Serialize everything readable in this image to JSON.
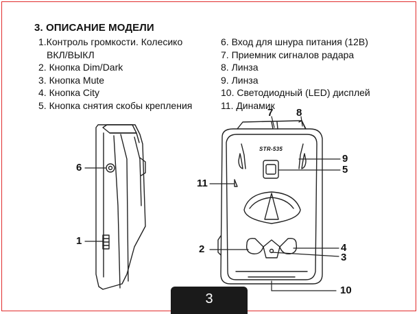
{
  "heading": "3. ОПИСАНИЕ МОДЕЛИ",
  "left_list": [
    "1.Контроль громкости. Колесико",
    "ВКЛ/ВЫКЛ",
    "2. Кнопка Dim/Dark",
    "3. Кнопка Mute",
    "4. Кнопка City",
    "5. Кнопка снятия скобы крепления"
  ],
  "right_list": [
    "6. Вход для шнура питания (12В)",
    "7. Приемник сигналов радара",
    "8. Линза",
    "9. Линза",
    "10. Светодиодный (LED) дисплей",
    "11. Динамик"
  ],
  "device_model": "STR-535",
  "callouts": {
    "c1": "1",
    "c2": "2",
    "c3": "3",
    "c4": "4",
    "c5": "5",
    "c6": "6",
    "c7": "7",
    "c8": "8",
    "c9": "9",
    "c10": "10",
    "c11": "11"
  },
  "page_number": "3",
  "colors": {
    "border": "#e02a2a",
    "tab": "#1a1a1a"
  }
}
